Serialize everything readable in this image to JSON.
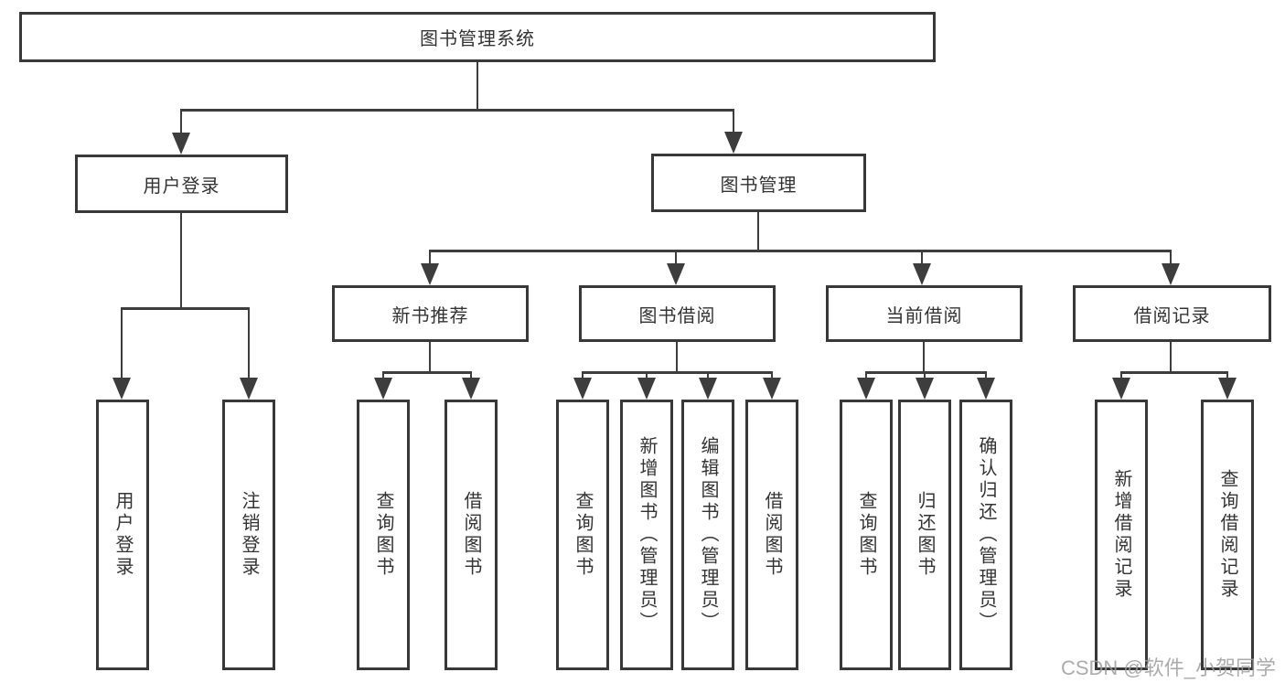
{
  "diagram_title": "图书管理系统",
  "nodes": {
    "root": "图书管理系统",
    "user_login": "用户登录",
    "book_mgmt": "图书管理",
    "new_books": "新书推荐",
    "book_borrow": "图书借阅",
    "current_borrow": "当前借阅",
    "borrow_records": "借阅记录"
  },
  "leaves": {
    "user_login": [
      "用户登录",
      "注销登录"
    ],
    "new_books": [
      "查询图书",
      "借阅图书"
    ],
    "book_borrow": [
      "查询图书",
      "新增图书（管理员）",
      "编辑图书（管理员）",
      "借阅图书"
    ],
    "current_borrow": [
      "查询图书",
      "归还图书",
      "确认归还（管理员）"
    ],
    "borrow_records": [
      "新增借阅记录",
      "查询借阅记录"
    ]
  },
  "watermark": "CSDN @软件_小贺同学",
  "colors": {
    "line": "#3d3d3d",
    "border": "#383838",
    "text": "#333333",
    "background": "#ffffff",
    "watermark": "#9d9d9d"
  }
}
